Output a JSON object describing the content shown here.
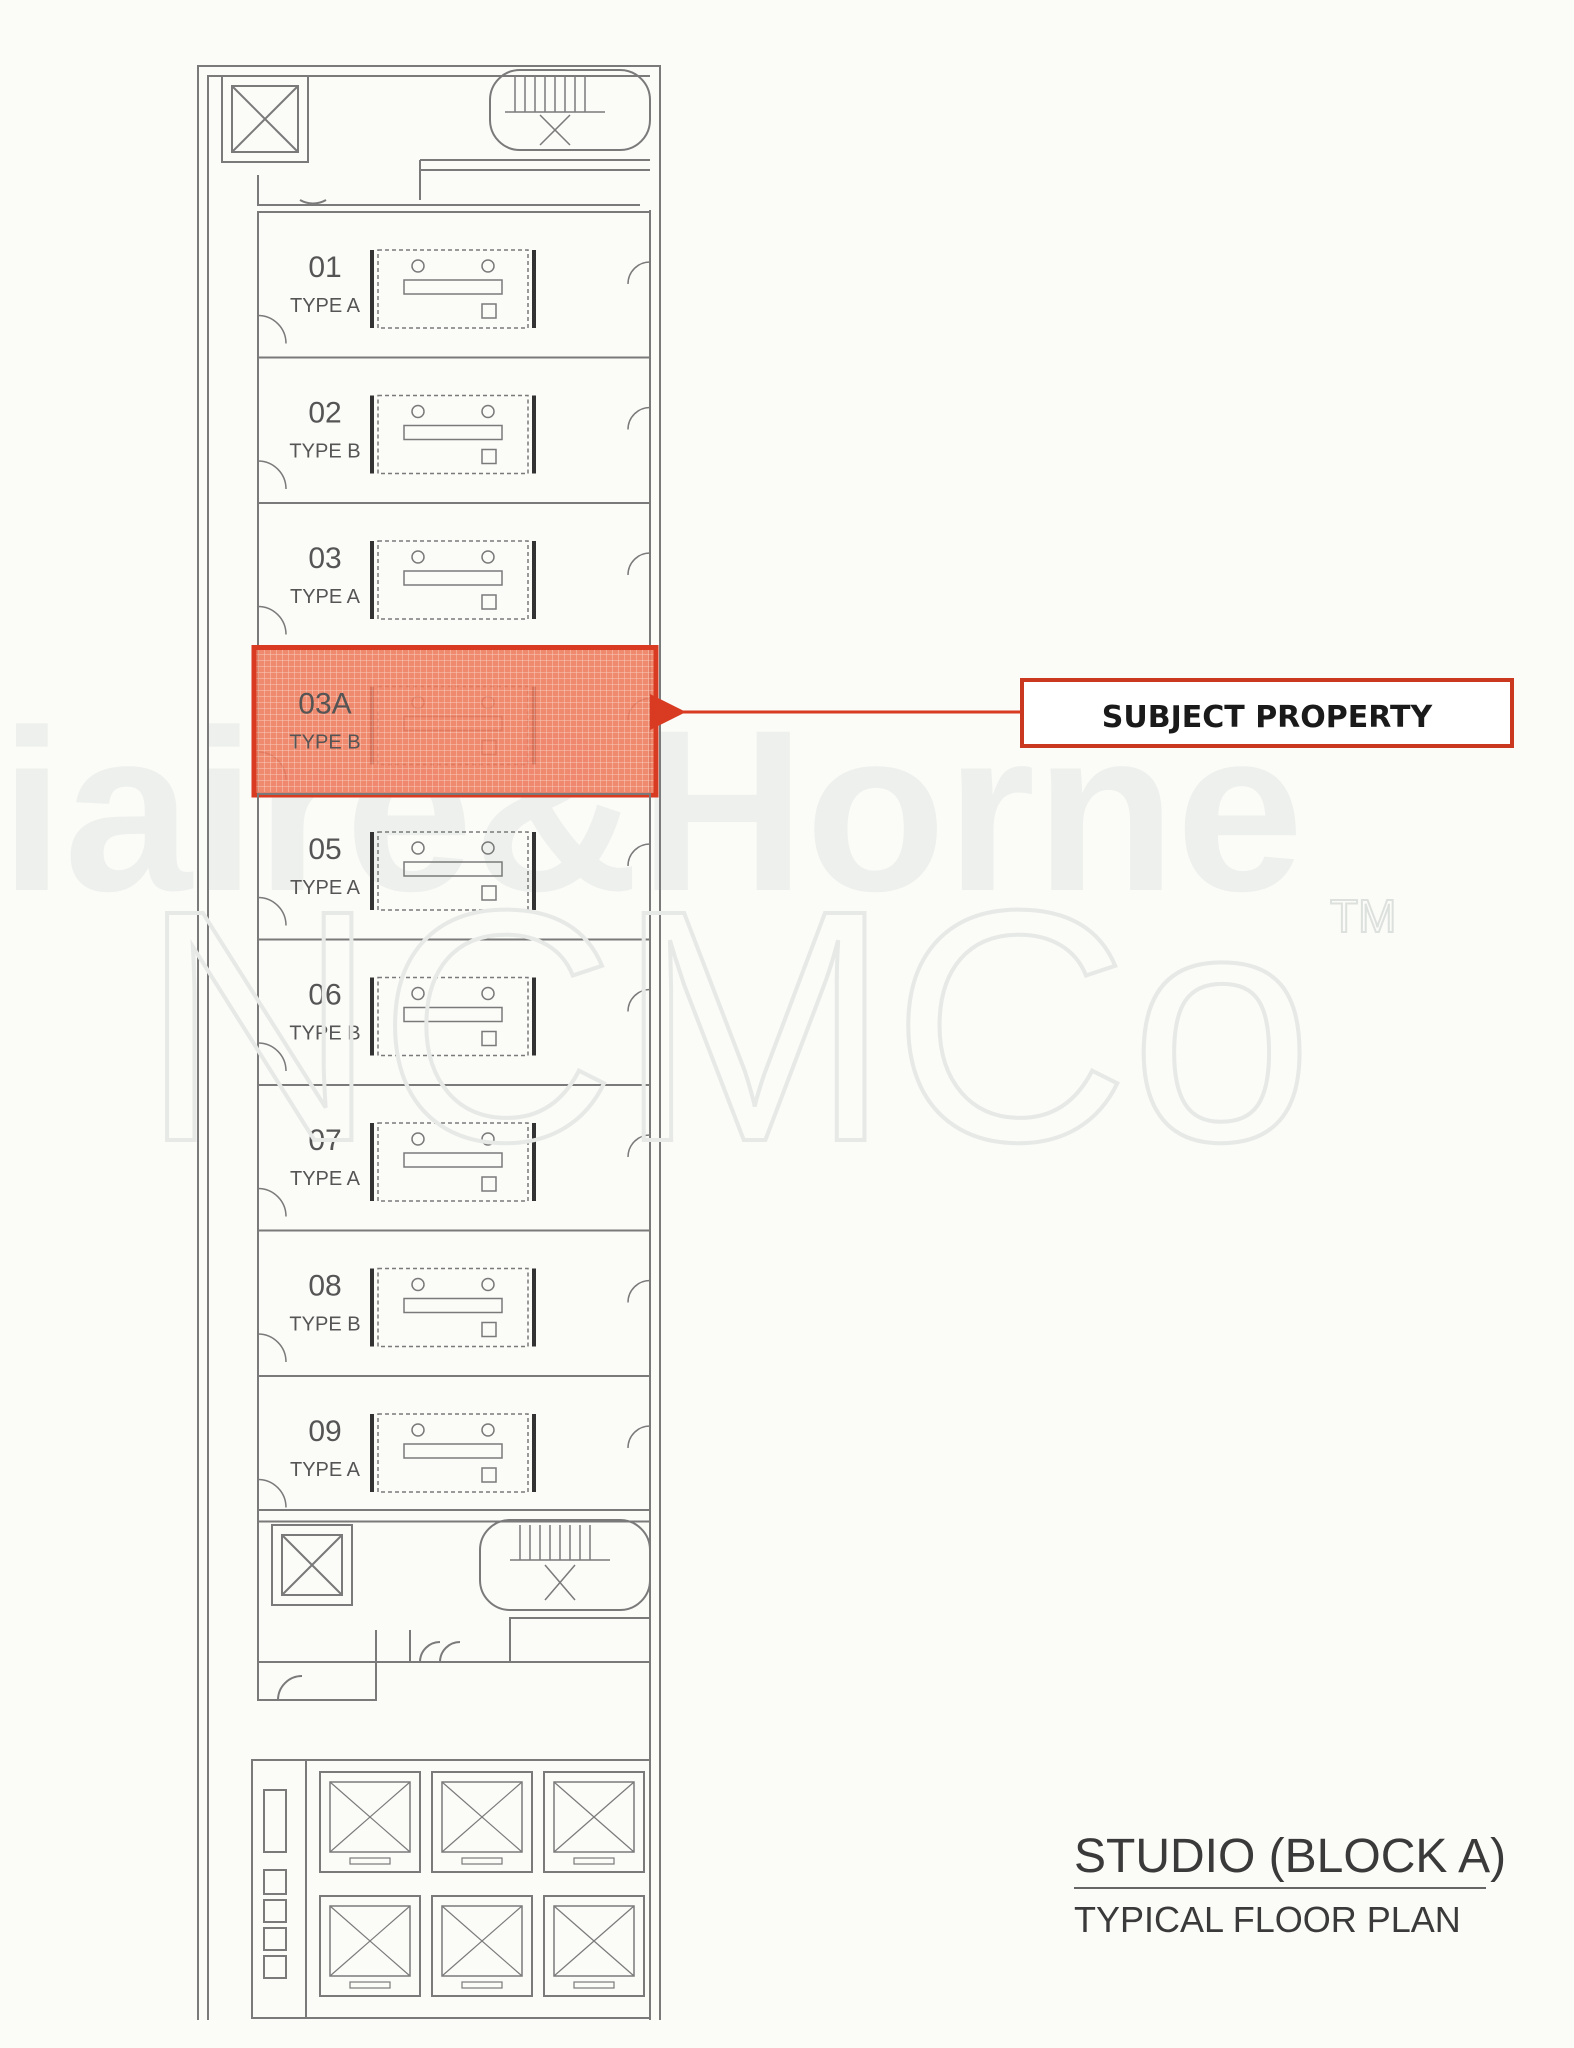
{
  "units": [
    {
      "number": "01",
      "type": "TYPE A",
      "highlighted": false
    },
    {
      "number": "02",
      "type": "TYPE B",
      "highlighted": false
    },
    {
      "number": "03",
      "type": "TYPE A",
      "highlighted": false
    },
    {
      "number": "03A",
      "type": "TYPE B",
      "highlighted": true
    },
    {
      "number": "05",
      "type": "TYPE A",
      "highlighted": false
    },
    {
      "number": "06",
      "type": "TYPE B",
      "highlighted": false
    },
    {
      "number": "07",
      "type": "TYPE A",
      "highlighted": false
    },
    {
      "number": "08",
      "type": "TYPE B",
      "highlighted": false
    },
    {
      "number": "09",
      "type": "TYPE A",
      "highlighted": false
    }
  ],
  "callout": {
    "label": "SUBJECT PROPERTY"
  },
  "title": {
    "main": "STUDIO (BLOCK A)",
    "sub": "TYPICAL FLOOR PLAN"
  },
  "watermark": {
    "logo": "NCMCo",
    "tm": "TM",
    "background": "iaire&Horne"
  },
  "colors": {
    "highlight": "#e8452c",
    "highlight_border": "#d93a22",
    "line": "#7a7a7a",
    "watermark": "#e9ece8"
  }
}
